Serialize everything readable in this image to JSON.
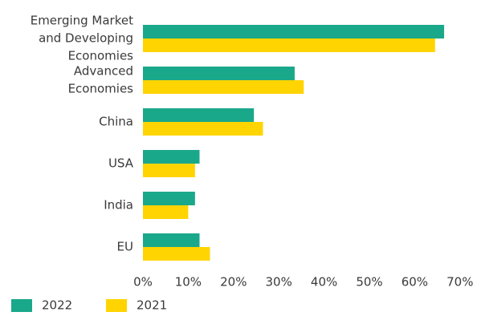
{
  "chart_data": {
    "type": "bar",
    "orientation": "horizontal",
    "categories": [
      [
        "Emerging Market",
        "and Developing",
        "Economies"
      ],
      [
        "Advanced",
        "Economies"
      ],
      [
        "China"
      ],
      [
        "USA"
      ],
      [
        "India"
      ],
      [
        "EU"
      ]
    ],
    "series": [
      {
        "name": "2022",
        "color": "#1aa88a",
        "values": [
          66.5,
          33.5,
          24.5,
          12.5,
          11.5,
          12.5
        ]
      },
      {
        "name": "2021",
        "color": "#ffd400",
        "values": [
          64.5,
          35.5,
          26.5,
          11.5,
          10.0,
          14.8
        ]
      }
    ],
    "xlim": [
      0,
      70
    ],
    "xticks": [
      "0%",
      "10%",
      "20%",
      "30%",
      "40%",
      "50%",
      "60%",
      "70%"
    ],
    "grid": false,
    "legend_position": "bottom-left"
  }
}
